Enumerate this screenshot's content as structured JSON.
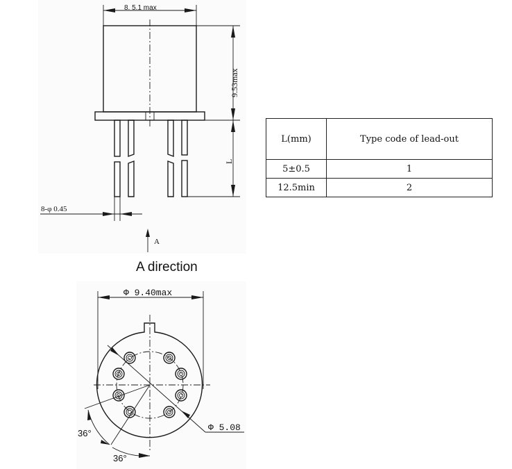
{
  "side_view": {
    "width_dim": "8.  5.1 max",
    "height_dim": "9.53max",
    "lead_length_dim": "L",
    "lead_diameter_dim": "8-φ 0.45",
    "view_arrow_label": "A"
  },
  "bottom_view": {
    "title": "A direction",
    "outer_diameter_dim": "Φ 9.40max",
    "pin_circle_dim": "Φ 5.08",
    "angle_1": "36°",
    "angle_2": "36°"
  },
  "lead_table": {
    "headers": [
      "L(mm)",
      "Type code of lead-out"
    ],
    "rows": [
      {
        "length": "5±0.5",
        "code": "1"
      },
      {
        "length": "12.5min",
        "code": "2"
      }
    ]
  }
}
